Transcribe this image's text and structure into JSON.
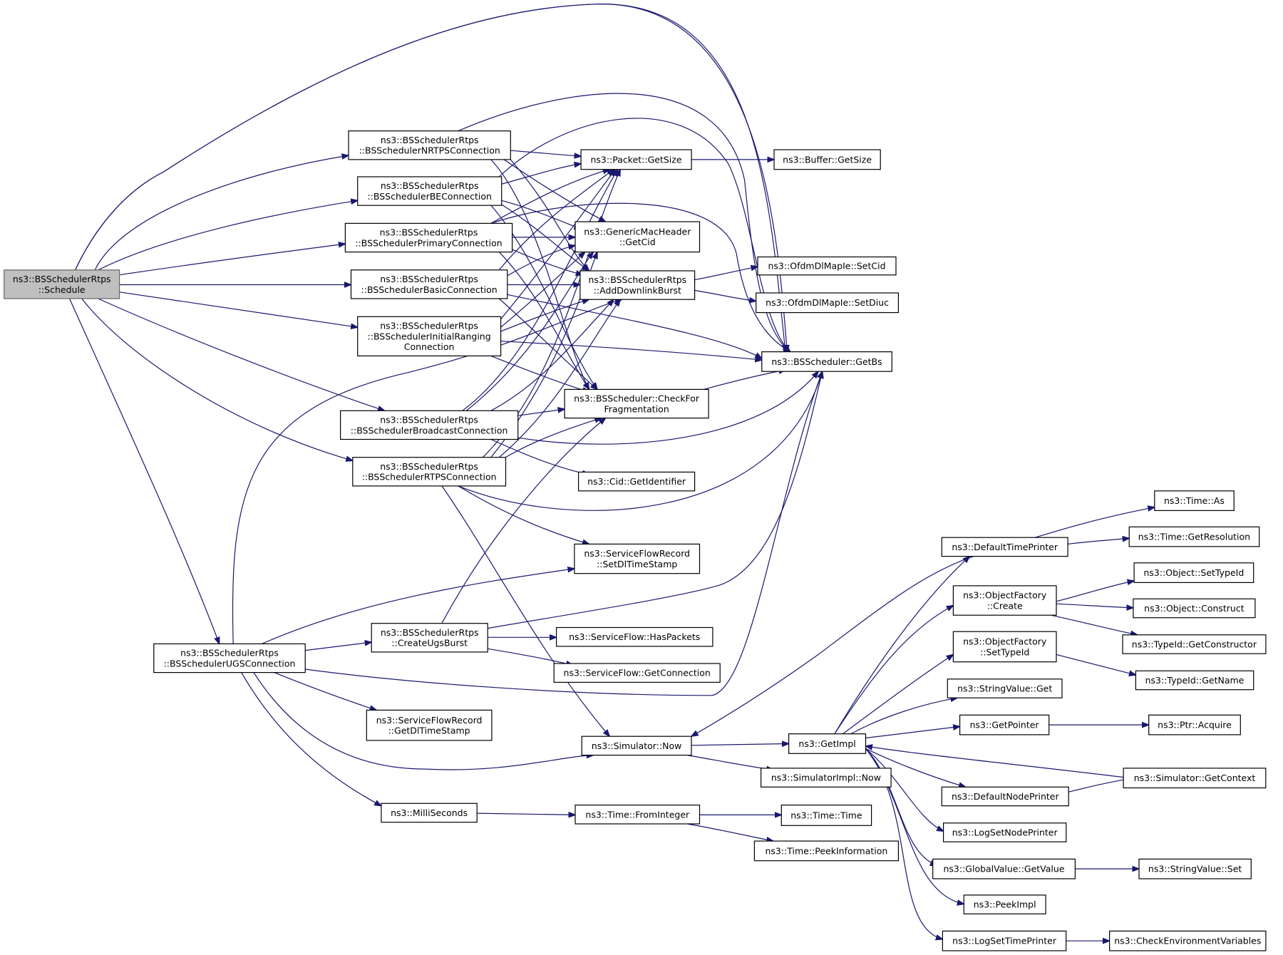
{
  "graph": {
    "kind": "call-graph",
    "root": "schedule",
    "colors": {
      "edge": "#191970",
      "node_border": "#000000",
      "root_fill": "#bfbfbf",
      "root_border": "#666666",
      "truncated_border": "#ff0000",
      "background": "#ffffff"
    },
    "nodes": {
      "schedule": {
        "lines": [
          "ns3::BSSchedulerRtps",
          "::Schedule"
        ]
      },
      "nrtps": {
        "lines": [
          "ns3::BSSchedulerRtps",
          "::BSSchedulerNRTPSConnection"
        ]
      },
      "be": {
        "lines": [
          "ns3::BSSchedulerRtps",
          "::BSSchedulerBEConnection"
        ]
      },
      "primary": {
        "lines": [
          "ns3::BSSchedulerRtps",
          "::BSSchedulerPrimaryConnection"
        ]
      },
      "basic": {
        "lines": [
          "ns3::BSSchedulerRtps",
          "::BSSchedulerBasicConnection"
        ]
      },
      "initial": {
        "lines": [
          "ns3::BSSchedulerRtps",
          "::BSSchedulerInitialRanging",
          "Connection"
        ]
      },
      "broadcast": {
        "lines": [
          "ns3::BSSchedulerRtps",
          "::BSSchedulerBroadcastConnection"
        ]
      },
      "rtps": {
        "lines": [
          "ns3::BSSchedulerRtps",
          "::BSSchedulerRTPSConnection"
        ]
      },
      "ugs": {
        "lines": [
          "ns3::BSSchedulerRtps",
          "::BSSchedulerUGSConnection"
        ]
      },
      "packet_getsize": {
        "lines": [
          "ns3::Packet::GetSize"
        ]
      },
      "buffer_getsize": {
        "lines": [
          "ns3::Buffer::GetSize"
        ]
      },
      "genericmac_getcid": {
        "lines": [
          "ns3::GenericMacHeader",
          "::GetCid"
        ]
      },
      "adddownlinkburst": {
        "lines": [
          "ns3::BSSchedulerRtps",
          "::AddDownlinkBurst"
        ]
      },
      "ofdm_setcid": {
        "lines": [
          "ns3::OfdmDlMapIe::SetCid"
        ]
      },
      "ofdm_setdiuc": {
        "lines": [
          "ns3::OfdmDlMapIe::SetDiuc"
        ]
      },
      "getbs": {
        "lines": [
          "ns3::BSScheduler::GetBs"
        ]
      },
      "checkfrag": {
        "lines": [
          "ns3::BSScheduler::CheckFor",
          "Fragmentation"
        ]
      },
      "cid_getidentifier": {
        "lines": [
          "ns3::Cid::GetIdentifier"
        ]
      },
      "sfr_setdl": {
        "lines": [
          "ns3::ServiceFlowRecord",
          "::SetDlTimeStamp"
        ]
      },
      "createugsburst": {
        "lines": [
          "ns3::BSSchedulerRtps",
          "::CreateUgsBurst"
        ]
      },
      "sf_haspackets": {
        "lines": [
          "ns3::ServiceFlow::HasPackets"
        ]
      },
      "sf_getconnection": {
        "lines": [
          "ns3::ServiceFlow::GetConnection"
        ]
      },
      "sfr_getdl": {
        "lines": [
          "ns3::ServiceFlowRecord",
          "::GetDlTimeStamp"
        ]
      },
      "sim_now": {
        "lines": [
          "ns3::Simulator::Now"
        ]
      },
      "getimpl": {
        "lines": [
          "ns3::GetImpl"
        ]
      },
      "simimpl_now": {
        "lines": [
          "ns3::SimulatorImpl::Now"
        ]
      },
      "milliseconds": {
        "lines": [
          "ns3::MilliSeconds"
        ]
      },
      "time_frominteger": {
        "lines": [
          "ns3::Time::FromInteger"
        ]
      },
      "time_time": {
        "lines": [
          "ns3::Time::Time"
        ]
      },
      "time_peekinfo": {
        "lines": [
          "ns3::Time::PeekInformation"
        ]
      },
      "defaulttimeprinter": {
        "lines": [
          "ns3::DefaultTimePrinter"
        ]
      },
      "time_as": {
        "lines": [
          "ns3::Time::As"
        ]
      },
      "time_getres": {
        "lines": [
          "ns3::Time::GetResolution"
        ]
      },
      "of_create": {
        "lines": [
          "ns3::ObjectFactory",
          "::Create"
        ]
      },
      "obj_settypeid": {
        "lines": [
          "ns3::Object::SetTypeId"
        ]
      },
      "obj_construct": {
        "lines": [
          "ns3::Object::Construct"
        ]
      },
      "typeid_getctor": {
        "lines": [
          "ns3::TypeId::GetConstructor"
        ]
      },
      "of_settypeid": {
        "lines": [
          "ns3::ObjectFactory",
          "::SetTypeId"
        ]
      },
      "typeid_getname": {
        "lines": [
          "ns3::TypeId::GetName"
        ]
      },
      "stringvalue_get": {
        "lines": [
          "ns3::StringValue::Get"
        ]
      },
      "getpointer": {
        "lines": [
          "ns3::GetPointer"
        ]
      },
      "ptr_acquire": {
        "lines": [
          "ns3::Ptr::Acquire"
        ]
      },
      "sim_getcontext": {
        "lines": [
          "ns3::Simulator::GetContext"
        ]
      },
      "defaultnodeprinter": {
        "lines": [
          "ns3::DefaultNodePrinter"
        ]
      },
      "logsetnodeprinter": {
        "lines": [
          "ns3::LogSetNodePrinter"
        ]
      },
      "globalvalue_getvalue": {
        "lines": [
          "ns3::GlobalValue::GetValue"
        ]
      },
      "stringvalue_set": {
        "lines": [
          "ns3::StringValue::Set"
        ]
      },
      "peekimpl": {
        "lines": [
          "ns3::PeekImpl"
        ]
      },
      "logsettimeprinter": {
        "lines": [
          "ns3::LogSetTimePrinter"
        ]
      },
      "checkenv": {
        "lines": [
          "ns3::CheckEnvironmentVariables"
        ]
      }
    }
  }
}
